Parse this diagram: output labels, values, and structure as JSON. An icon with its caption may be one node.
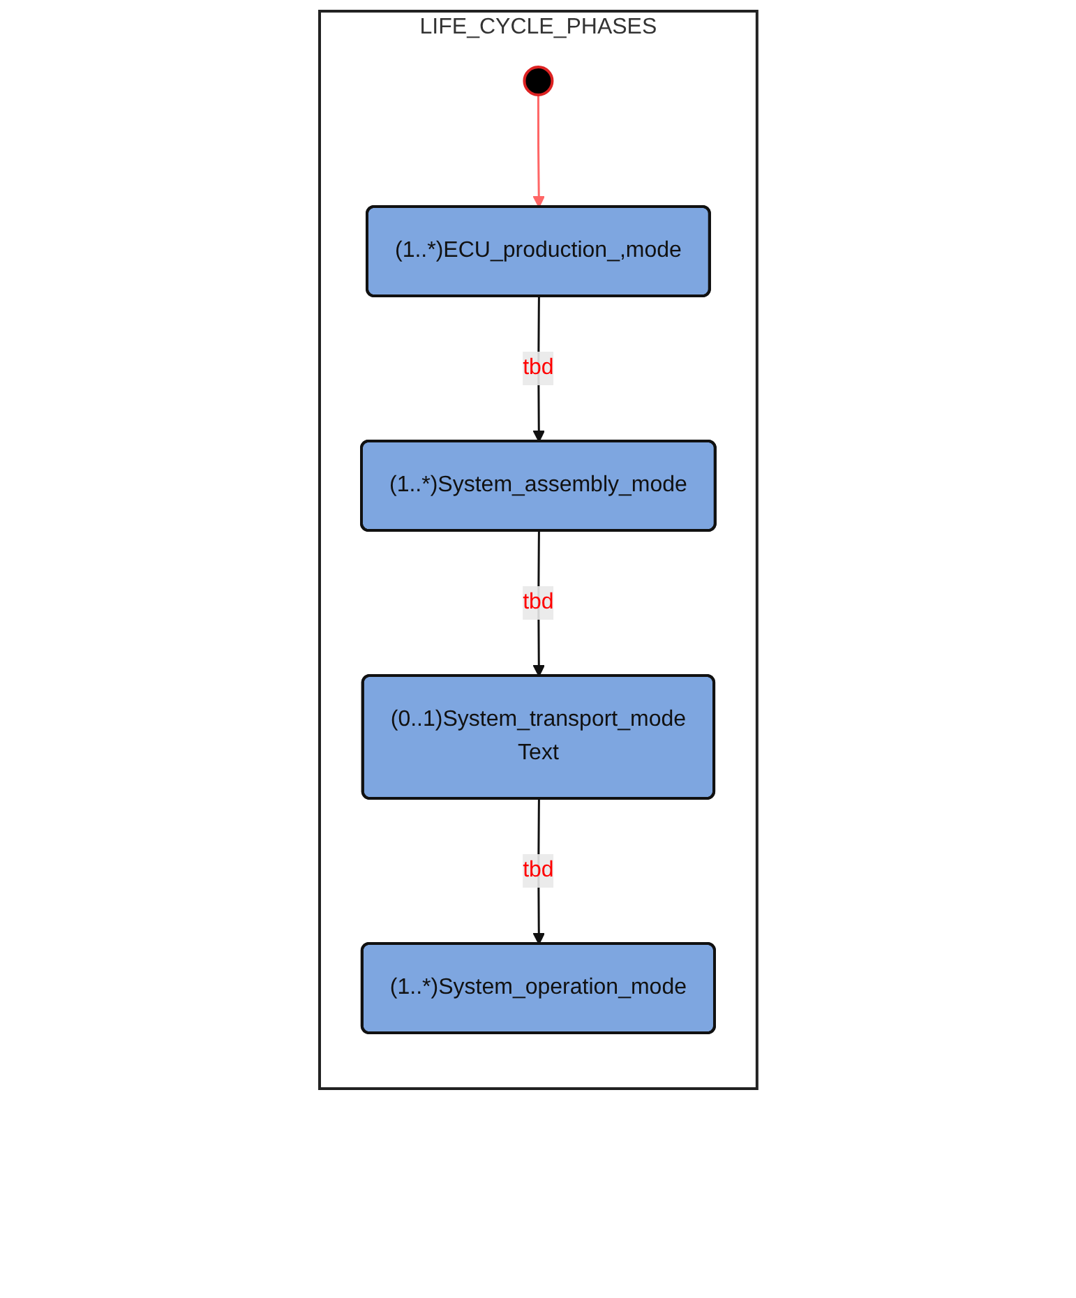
{
  "diagram": {
    "nodes": [
      {
        "text": [
          "LIFE_CYCLE_PHASES"
        ]
      },
      {
        "text": [],
        "shape": "circle",
        "in": 0
      },
      {
        "text": [
          "(1..*)ECU_production_,mode"
        ],
        "in": 0
      },
      {
        "text": [
          "(1..*)System_assembly_mode"
        ],
        "in": 0
      },
      {
        "text": [
          "(0..1)System_transport_mode",
          "Text"
        ],
        "in": 0
      },
      {
        "text": [
          "(1..*)System_operation_mode"
        ],
        "in": 0
      }
    ],
    "edges": [
      {
        "from": 1,
        "to": 2,
        "arrow": "to",
        "color": "#ff6666"
      },
      {
        "from": 2,
        "to": 3,
        "arrow": "to",
        "label": "tbd"
      },
      {
        "from": 3,
        "to": 4,
        "arrow": "to",
        "label": "tbd"
      },
      {
        "from": 4,
        "to": 5,
        "arrow": "to",
        "label": "tbd"
      }
    ]
  }
}
